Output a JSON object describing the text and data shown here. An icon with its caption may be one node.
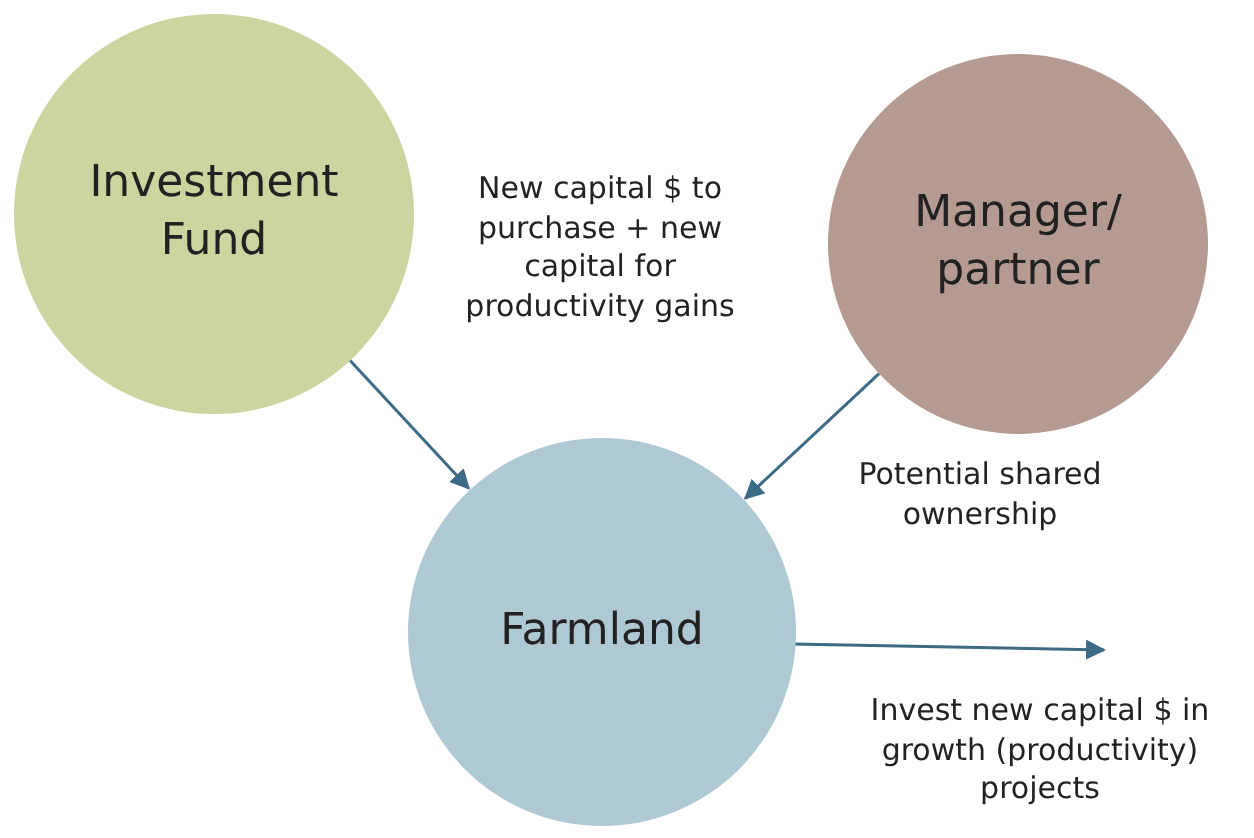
{
  "diagram": {
    "nodes": [
      {
        "text": [
          "Investment Fund"
        ]
      },
      {
        "text": [
          "Manager/ partner"
        ]
      },
      {
        "text": [
          "Farmland"
        ]
      }
    ],
    "edges": [
      {
        "from": 0,
        "to": 2,
        "arrow": "to",
        "label": "New capital $ to purchase + new capital for productivity gains"
      },
      {
        "from": 1,
        "to": 2,
        "arrow": "to",
        "label": "Potential shared ownership"
      },
      {
        "from": 2,
        "to": null,
        "arrow": "to",
        "label": "Invest new capital $ in growth (productivity) projects"
      }
    ]
  }
}
